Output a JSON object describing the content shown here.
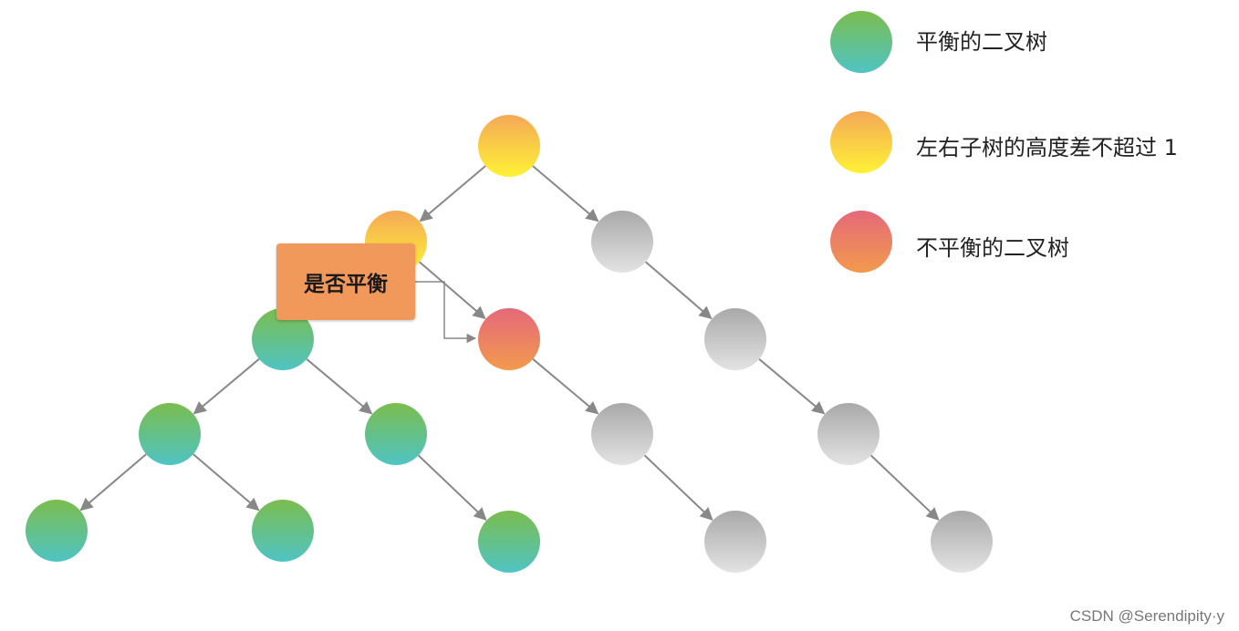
{
  "legend": [
    {
      "label": "平衡的二叉树",
      "style": "green"
    },
    {
      "label": "左右子树的高度差不超过 1",
      "style": "yellow"
    },
    {
      "label": "不平衡的二叉树",
      "style": "red"
    }
  ],
  "check_label": "是否平衡",
  "watermark": "CSDN @Serendipity·y",
  "colors": {
    "green_top": "#7BBD4E",
    "green_bottom": "#4FC4C4",
    "yellow_top": "#F4A857",
    "yellow_bottom": "#FFF236",
    "red_top": "#E4697A",
    "red_bottom": "#F29A4D",
    "gray_top": "#A9A9A9",
    "gray_bottom": "#E3E3E3",
    "edge": "#888888",
    "box": "#F0995B"
  },
  "tree": {
    "nodes": [
      {
        "id": "root",
        "style": "yellow"
      },
      {
        "id": "L",
        "style": "yellow"
      },
      {
        "id": "R",
        "style": "gray"
      },
      {
        "id": "LL",
        "style": "green"
      },
      {
        "id": "LR",
        "style": "red"
      },
      {
        "id": "RR",
        "style": "gray"
      },
      {
        "id": "LLL",
        "style": "green"
      },
      {
        "id": "LLR",
        "style": "green"
      },
      {
        "id": "LRR",
        "style": "gray"
      },
      {
        "id": "RRR",
        "style": "gray"
      },
      {
        "id": "LLLL",
        "style": "green"
      },
      {
        "id": "LLLR",
        "style": "green"
      },
      {
        "id": "LLRR",
        "style": "green"
      },
      {
        "id": "LRRR",
        "style": "gray"
      },
      {
        "id": "RRRR",
        "style": "gray"
      }
    ],
    "edges": [
      [
        "root",
        "L"
      ],
      [
        "root",
        "R"
      ],
      [
        "L",
        "LL"
      ],
      [
        "L",
        "LR"
      ],
      [
        "R",
        "RR"
      ],
      [
        "LL",
        "LLL"
      ],
      [
        "LL",
        "LLR"
      ],
      [
        "LR",
        "LRR"
      ],
      [
        "RR",
        "RRR"
      ],
      [
        "LLL",
        "LLLL"
      ],
      [
        "LLL",
        "LLLR"
      ],
      [
        "LLR",
        "LLRR"
      ],
      [
        "LRR",
        "LRRR"
      ],
      [
        "RRR",
        "RRRR"
      ]
    ]
  }
}
